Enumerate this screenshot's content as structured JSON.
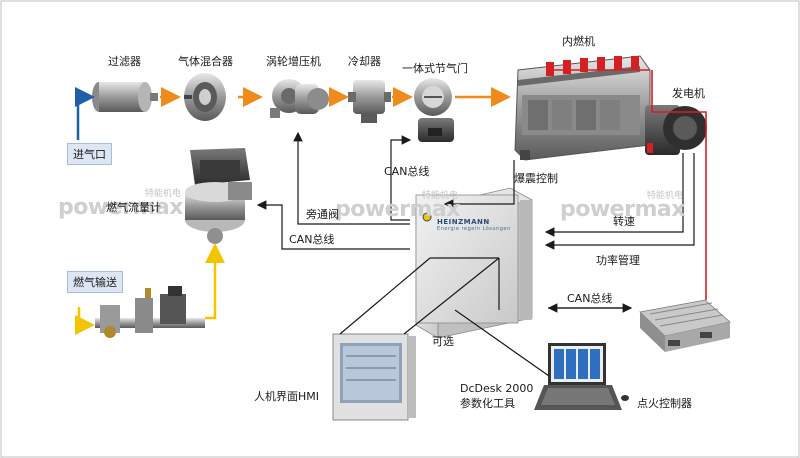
{
  "labels": {
    "filter": "过滤器",
    "gas_mixer": "气体混合器",
    "turbocharger": "涡轮增压机",
    "cooler": "冷却器",
    "throttle": "一体式节气门",
    "engine": "内燃机",
    "generator": "发电机",
    "air_inlet": "进气口",
    "can_bus_top": "CAN总线",
    "knock_control": "爆震控制",
    "gas_flow_meter": "燃气流量计",
    "bypass_valve": "旁通阀",
    "can_bus_left": "CAN总线",
    "speed": "转速",
    "power_management": "功率管理",
    "gas_supply": "燃气输送",
    "can_bus_right": "CAN总线",
    "optional": "可选",
    "hmi": "人机界面HMI",
    "dcdesk_line1": "DcDesk 2000",
    "dcdesk_line2": "参数化工具",
    "ignition_controller": "点火控制器"
  },
  "controller_logo": {
    "brand": "HEINZMANN",
    "tagline": "Energie regeln Lösungen"
  },
  "watermarks": [
    {
      "text": "powermax",
      "cn": "特能机电"
    },
    {
      "text": "powermax",
      "cn": "特能机电"
    },
    {
      "text": "powermax",
      "cn": "特能机电"
    }
  ],
  "colors": {
    "flow_arrow": "#f08a1c",
    "gas_arrow": "#f5c400",
    "inlet_arrow": "#1f5fa8",
    "signal_line": "#1a1a1a",
    "ignition_wire": "#d42020",
    "label_box_fill": "#dde7f4"
  }
}
